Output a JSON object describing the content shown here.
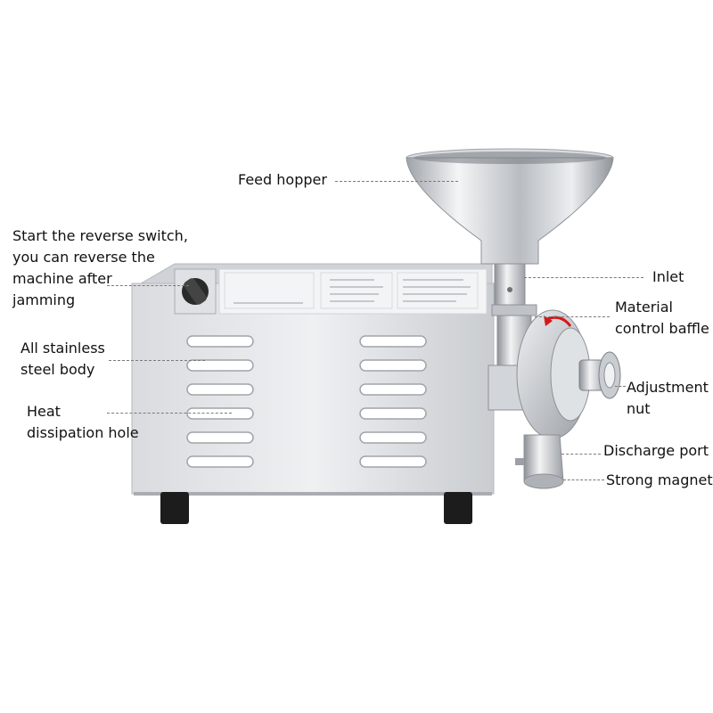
{
  "labels": {
    "feed_hopper": "Feed hopper",
    "reverse_switch_line1": "Start the reverse switch,",
    "reverse_switch_line2": "you can reverse the",
    "reverse_switch_line3": "machine after",
    "reverse_switch_line4": "jamming",
    "stainless_body_line1": "All stainless",
    "stainless_body_line2": "steel body",
    "heat_hole_line1": "Heat",
    "heat_hole_line2": "dissipation hole",
    "inlet": "Inlet",
    "baffle_line1": "Material",
    "baffle_line2": "control baffle",
    "adjustment_line1": "Adjustment",
    "adjustment_line2": "nut",
    "discharge_port": "Discharge port",
    "strong_magnet": "Strong magnet"
  },
  "colors": {
    "steel_light": "#e4e6e9",
    "steel_mid": "#c6c9cd",
    "steel_dark": "#8d9197",
    "feet": "#1c1c1c",
    "leader": "#7a7a7a",
    "arrow_red": "#d21a1a"
  }
}
